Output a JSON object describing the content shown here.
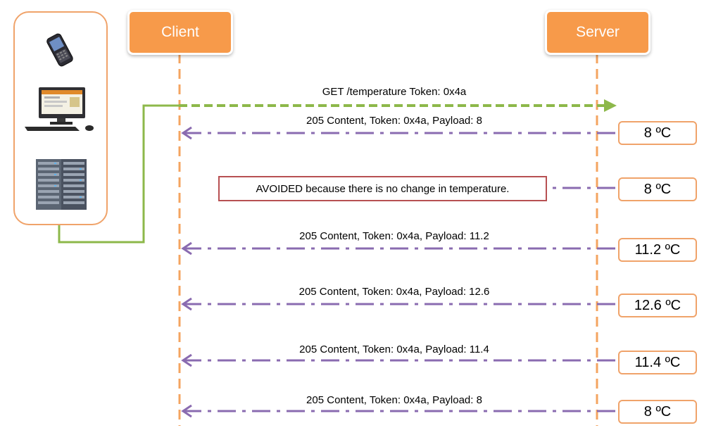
{
  "actors": {
    "client": "Client",
    "server": "Server"
  },
  "request": {
    "label": "GET /temperature Token: 0x4a"
  },
  "responses": [
    {
      "label": "205 Content, Token: 0x4a, Payload: 8"
    },
    {
      "label": "205 Content, Token: 0x4a, Payload: 11.2"
    },
    {
      "label": "205 Content, Token: 0x4a, Payload: 12.6"
    },
    {
      "label": "205 Content, Token: 0x4a, Payload: 11.4"
    },
    {
      "label": "205 Content, Token: 0x4a, Payload: 8"
    }
  ],
  "note": {
    "text": "AVOIDED because there is no change in temperature."
  },
  "values": [
    "8 ºC",
    "8 ºC",
    "11.2 ºC",
    "12.6 ºC",
    "11.4 ºC",
    "8 ºC"
  ],
  "devices": [
    "smartphone-icon",
    "desktop-computer-icon",
    "server-rack-icon"
  ],
  "colors": {
    "actor": "#f79a4a",
    "lifeline": "#f4a460",
    "request": "#8db84a",
    "response": "#8a6bb0",
    "value_border": "#f0a36a",
    "note_border": "#b75052"
  }
}
